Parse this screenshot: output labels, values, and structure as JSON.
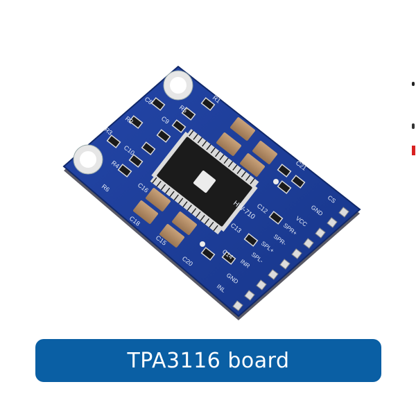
{
  "photo": {
    "subject": "blue-pcb-module-icon",
    "board_model": "HW-710",
    "component_labels": [
      "R1",
      "R2",
      "R3",
      "R4",
      "R5",
      "R6",
      "C8",
      "C9",
      "C10",
      "C12",
      "C13",
      "C14",
      "C15",
      "C16",
      "C18",
      "C20",
      "C21"
    ],
    "pin_labels": [
      "CS",
      "GND",
      "VCC",
      "SPR+",
      "SPR-",
      "SPL+",
      "SPL-",
      "INR",
      "GND",
      "INL"
    ],
    "colors": {
      "pcb": "#1d3f9a",
      "silkscreen": "#e8eef8",
      "pads": "#dcdcdc",
      "chip": "#1b1b1b",
      "capacitor": "#b08a62"
    }
  },
  "banner": {
    "label": "TPA3116 board",
    "color": "#0a5fa4"
  }
}
